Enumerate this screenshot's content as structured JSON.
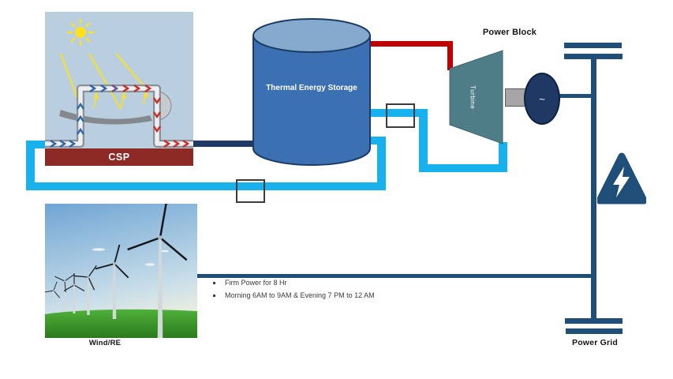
{
  "diagram": {
    "csp": {
      "label": "CSP"
    },
    "storage": {
      "label": "Thermal Energy Storage"
    },
    "power_block": {
      "title": "Power Block",
      "turbine": "Turbine",
      "generator_symbol": "~"
    },
    "grid": {
      "label": "Power Grid"
    },
    "wind": {
      "label": "Wind/RE"
    },
    "notes": [
      "Firm Power for 8 Hr",
      "Morning 6AM to 9AM & Evening 7 PM to 12 AM"
    ],
    "colors": {
      "hot_pipe": "#C00000",
      "cold_pipe": "#17B2EE",
      "htf_pipe": "#1F3864",
      "electrical": "#1F4E79",
      "tank_body": "#3B70B2",
      "tank_top": "#86AACD",
      "turbine_fill": "#4E7D88",
      "generator_fill": "#1F3864",
      "csp_banner": "#8E2A25"
    }
  }
}
